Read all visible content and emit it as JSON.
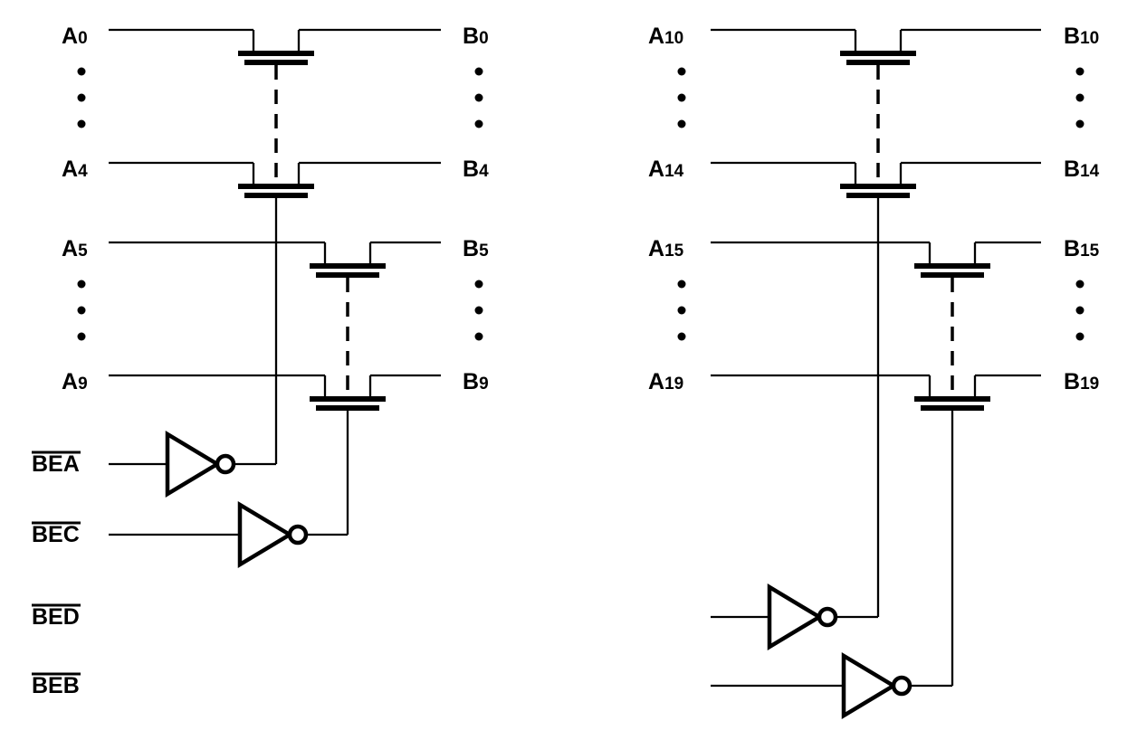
{
  "background": "#ffffff",
  "ink": "#000000",
  "diagram_type": "bus-switch-logic-schematic",
  "sections": [
    {
      "name": "left-bank",
      "switch_groups": [
        {
          "switch_symbol": "nmos-pass-transistor",
          "ellipsis_between": true,
          "enable_input": {
            "label": "BEA",
            "active_low": true,
            "buffer": "inverter"
          },
          "channels": [
            {
              "a": {
                "base": "A",
                "sub": "0"
              },
              "b": {
                "base": "B",
                "sub": "0"
              }
            },
            {
              "a": {
                "base": "A",
                "sub": "4"
              },
              "b": {
                "base": "B",
                "sub": "4"
              }
            }
          ]
        },
        {
          "switch_symbol": "nmos-pass-transistor",
          "ellipsis_between": true,
          "enable_input": {
            "label": "BEC",
            "active_low": true,
            "buffer": "inverter"
          },
          "channels": [
            {
              "a": {
                "base": "A",
                "sub": "5"
              },
              "b": {
                "base": "B",
                "sub": "5"
              }
            },
            {
              "a": {
                "base": "A",
                "sub": "9"
              },
              "b": {
                "base": "B",
                "sub": "9"
              }
            }
          ]
        }
      ]
    },
    {
      "name": "right-bank",
      "switch_groups": [
        {
          "switch_symbol": "nmos-pass-transistor",
          "ellipsis_between": true,
          "enable_input": {
            "label": "BED",
            "active_low": true,
            "buffer": "inverter"
          },
          "channels": [
            {
              "a": {
                "base": "A",
                "sub": "10"
              },
              "b": {
                "base": "B",
                "sub": "10"
              }
            },
            {
              "a": {
                "base": "A",
                "sub": "14"
              },
              "b": {
                "base": "B",
                "sub": "14"
              }
            }
          ]
        },
        {
          "switch_symbol": "nmos-pass-transistor",
          "ellipsis_between": true,
          "enable_input": {
            "label": "BEB",
            "active_low": true,
            "buffer": "inverter"
          },
          "channels": [
            {
              "a": {
                "base": "A",
                "sub": "15"
              },
              "b": {
                "base": "B",
                "sub": "15"
              }
            },
            {
              "a": {
                "base": "A",
                "sub": "19"
              },
              "b": {
                "base": "B",
                "sub": "19"
              }
            }
          ]
        }
      ]
    }
  ]
}
